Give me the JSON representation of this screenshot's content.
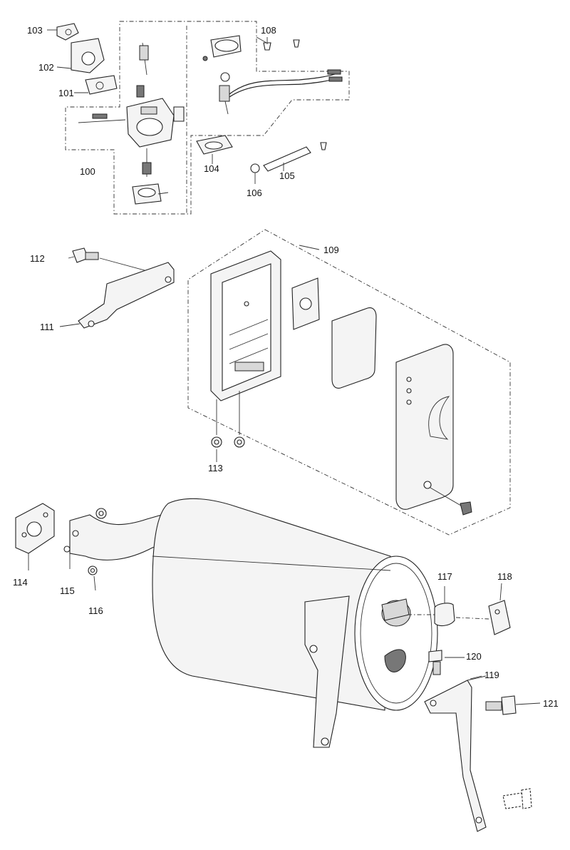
{
  "callouts": [
    {
      "id": "103",
      "text": "103"
    },
    {
      "id": "102",
      "text": "102"
    },
    {
      "id": "101",
      "text": "101"
    },
    {
      "id": "100",
      "text": "100"
    },
    {
      "id": "108",
      "text": "108"
    },
    {
      "id": "104",
      "text": "104"
    },
    {
      "id": "105",
      "text": "105"
    },
    {
      "id": "106",
      "text": "106"
    },
    {
      "id": "109",
      "text": "109"
    },
    {
      "id": "112",
      "text": "112"
    },
    {
      "id": "111",
      "text": "111"
    },
    {
      "id": "113",
      "text": "113"
    },
    {
      "id": "114",
      "text": "114"
    },
    {
      "id": "115",
      "text": "115"
    },
    {
      "id": "116",
      "text": "116"
    },
    {
      "id": "117",
      "text": "117"
    },
    {
      "id": "118",
      "text": "118"
    },
    {
      "id": "120",
      "text": "120"
    },
    {
      "id": "119",
      "text": "119"
    },
    {
      "id": "121",
      "text": "121"
    }
  ]
}
